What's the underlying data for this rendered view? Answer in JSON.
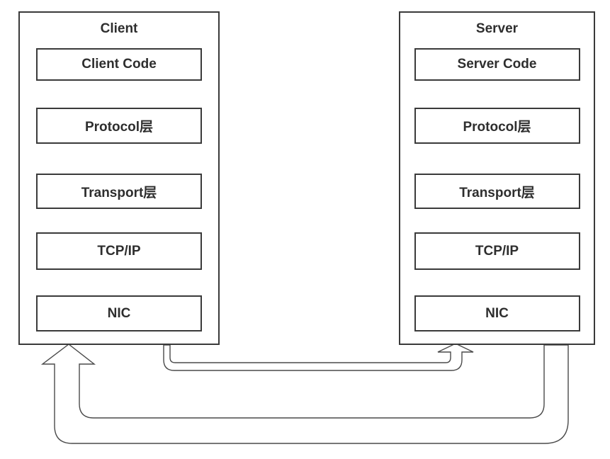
{
  "colors": {
    "background": "#ffffff",
    "box_border": "#3a3a3a",
    "arrow_line": "#4a4a4a",
    "text": "#2e2e2e"
  },
  "client": {
    "title": "Client",
    "layers": [
      "Client Code",
      "Protocol层",
      "Transport层",
      "TCP/IP",
      "NIC"
    ]
  },
  "server": {
    "title": "Server",
    "layers": [
      "Server Code",
      "Protocol层",
      "Transport层",
      "TCP/IP",
      "NIC"
    ]
  },
  "arrows": [
    {
      "name": "client-to-server-arrow",
      "from": "Client",
      "to": "Server",
      "style": "thin hollow pipe, arrowhead into Server bottom"
    },
    {
      "name": "server-to-client-arrow",
      "from": "Server",
      "to": "Client",
      "style": "wide hollow pipe, large arrowhead into Client bottom"
    }
  ]
}
